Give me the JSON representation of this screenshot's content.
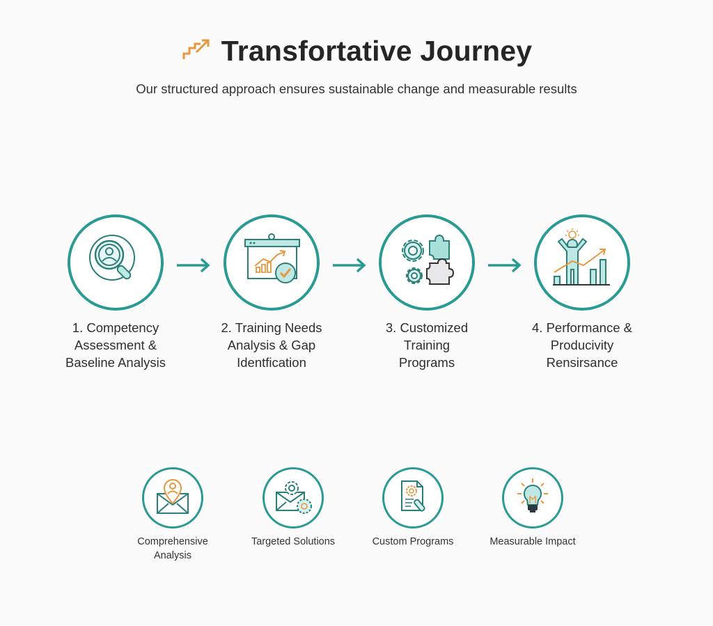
{
  "header": {
    "icon": "trending-up-stairs-icon",
    "title": "Transfortative Journey",
    "subtitle": "Our structured approach ensures sustainable change and measurable results"
  },
  "colors": {
    "teal": "#2a9a94",
    "teal_light": "#bfe8e4",
    "orange": "#e8973c",
    "text": "#2b2b2b"
  },
  "steps": [
    {
      "label": "1. Competency\nAssessment &\nBaseline Analysis",
      "icon": "person-search-icon"
    },
    {
      "label": "2. Training Needs\nAnalysis & Gap\nIdentfication",
      "icon": "chart-board-check-icon"
    },
    {
      "label": "3. Customized\nTraining\nPrograms",
      "icon": "gears-puzzle-icon"
    },
    {
      "label": "4. Performance &\nProducivity\nRensirsance",
      "icon": "person-growth-chart-icon"
    }
  ],
  "benefits": [
    {
      "label": "Comprehensive\nAnalysis",
      "icon": "envelope-location-icon"
    },
    {
      "label": "Targeted Solutions",
      "icon": "envelope-gear-icon"
    },
    {
      "label": "Custom Programs",
      "icon": "document-gear-icon"
    },
    {
      "label": "Measurable Impact",
      "icon": "lightbulb-icon"
    }
  ]
}
